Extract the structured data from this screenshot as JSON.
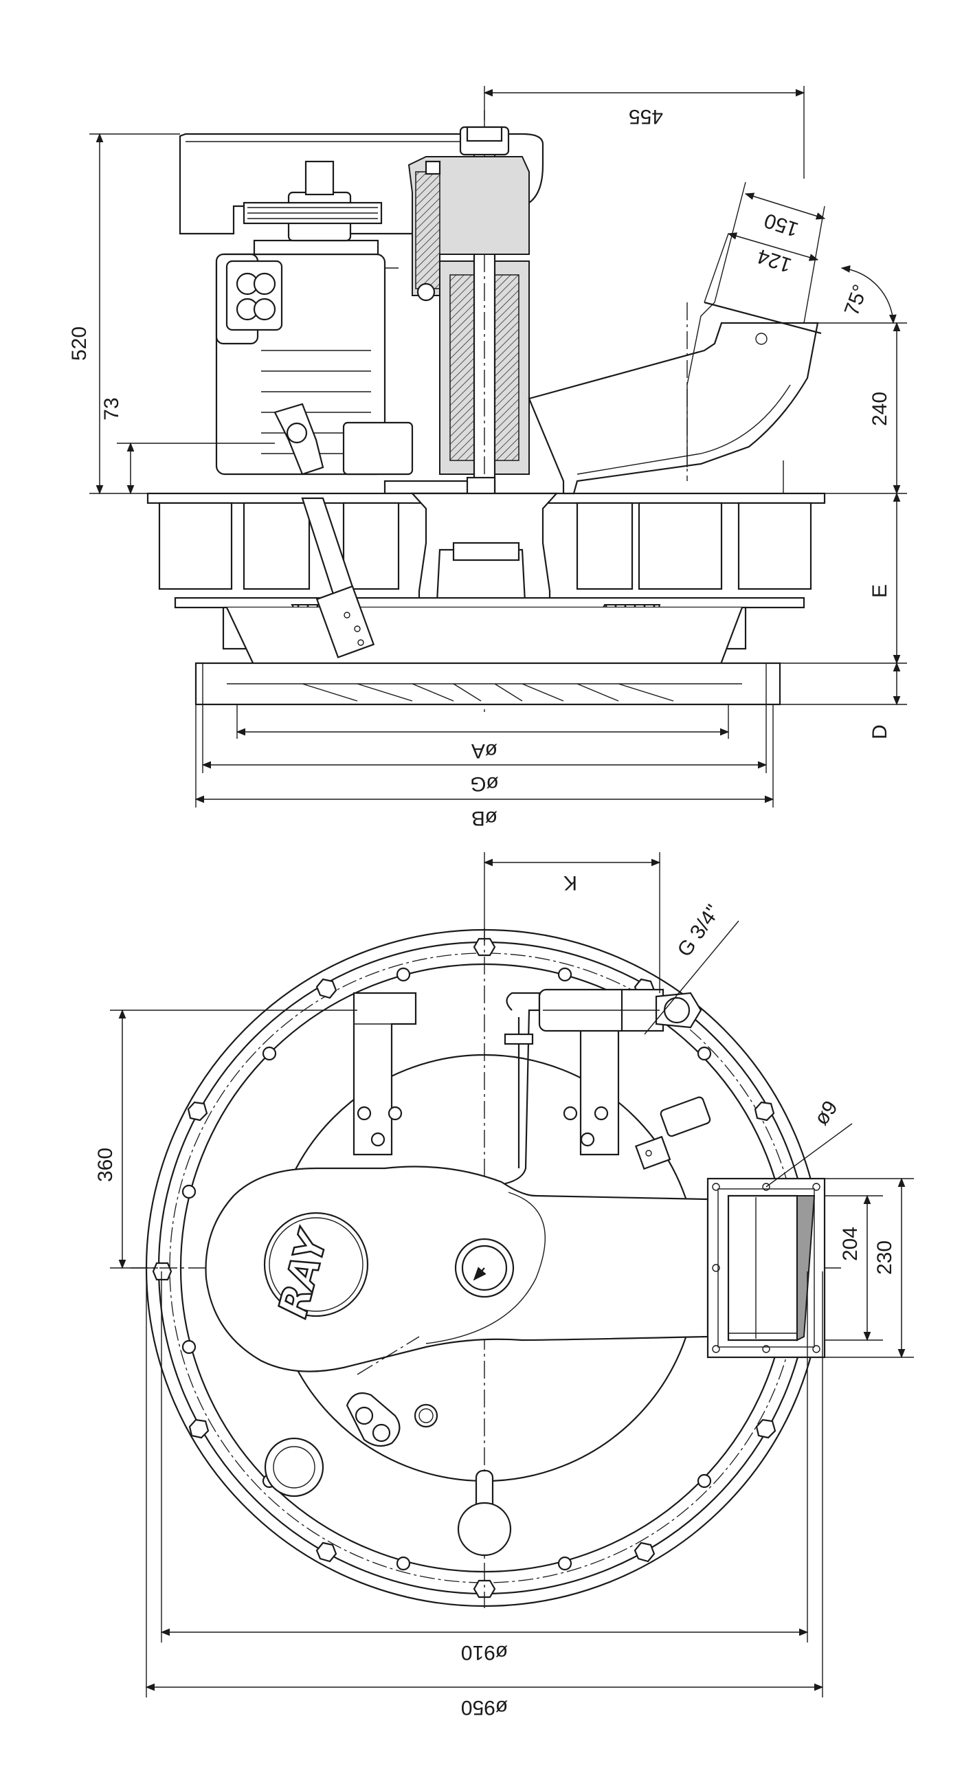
{
  "drawing": {
    "brand_logo": "RAY",
    "side_view": {
      "dimensions": {
        "top_width": "455",
        "height_total": "520",
        "height_small": "73",
        "outlet_150": "150",
        "outlet_124": "124",
        "outlet_angle": "75°",
        "outlet_height": "240",
        "dim_e": "E",
        "dim_d": "D",
        "dia_a": "øA",
        "dia_g": "øG",
        "dia_b": "øB"
      }
    },
    "top_view": {
      "dimensions": {
        "dim_k": "K",
        "thread": "G 3/4\"",
        "hole_dia": "ø9",
        "height_360": "360",
        "outlet_204": "204",
        "outlet_230": "230",
        "dia_910": "ø910",
        "dia_950": "ø950"
      }
    }
  }
}
